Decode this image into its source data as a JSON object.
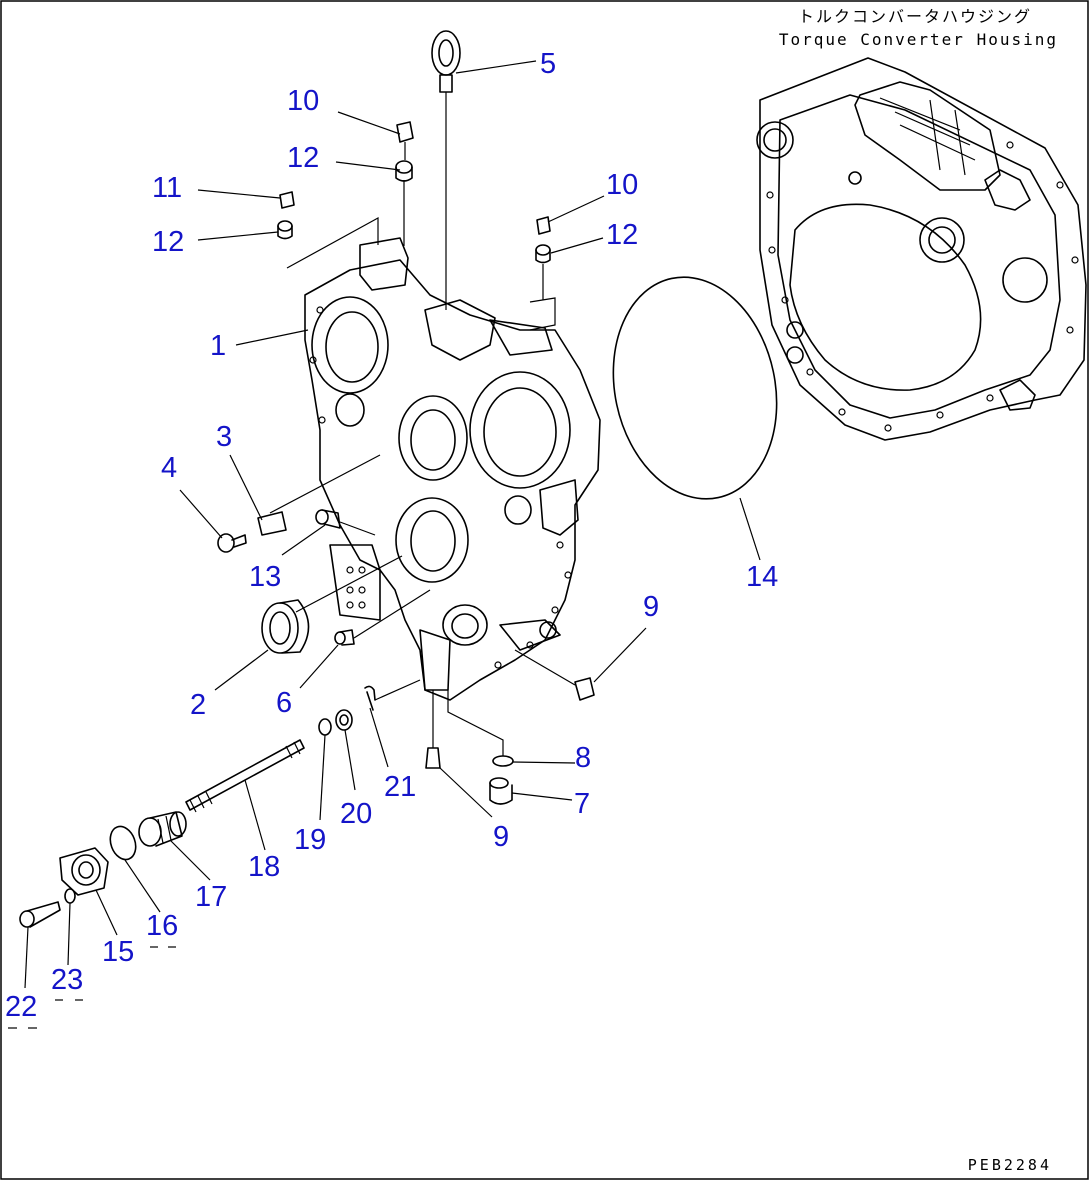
{
  "header": {
    "title_jp": "トルクコンバータハウジング",
    "title_en": "Torque Converter Housing"
  },
  "drawing_code": "PEB2284",
  "callouts": [
    {
      "id": "c1",
      "label": "1"
    },
    {
      "id": "c2",
      "label": "2"
    },
    {
      "id": "c3",
      "label": "3"
    },
    {
      "id": "c4",
      "label": "4"
    },
    {
      "id": "c5",
      "label": "5"
    },
    {
      "id": "c6",
      "label": "6"
    },
    {
      "id": "c7",
      "label": "7"
    },
    {
      "id": "c8",
      "label": "8"
    },
    {
      "id": "c9a",
      "label": "9"
    },
    {
      "id": "c9b",
      "label": "9"
    },
    {
      "id": "c10a",
      "label": "10"
    },
    {
      "id": "c10b",
      "label": "10"
    },
    {
      "id": "c11",
      "label": "11"
    },
    {
      "id": "c12a",
      "label": "12"
    },
    {
      "id": "c12b",
      "label": "12"
    },
    {
      "id": "c12c",
      "label": "12"
    },
    {
      "id": "c13",
      "label": "13"
    },
    {
      "id": "c14",
      "label": "14"
    },
    {
      "id": "c15",
      "label": "15"
    },
    {
      "id": "c16",
      "label": "16"
    },
    {
      "id": "c17",
      "label": "17"
    },
    {
      "id": "c18",
      "label": "18"
    },
    {
      "id": "c19",
      "label": "19"
    },
    {
      "id": "c20",
      "label": "20"
    },
    {
      "id": "c21",
      "label": "21"
    },
    {
      "id": "c22",
      "label": "22"
    },
    {
      "id": "c23",
      "label": "23"
    }
  ],
  "colors": {
    "callout": "#1414c8",
    "linework": "#000000",
    "background": "#ffffff"
  }
}
